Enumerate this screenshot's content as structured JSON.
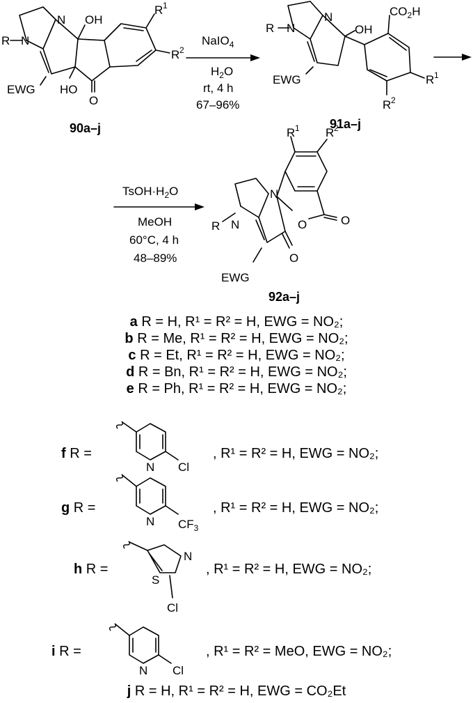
{
  "compounds": {
    "start": "90a–j",
    "intermediate": "91a–j",
    "product": "92a–j"
  },
  "step1": {
    "reagent": "NaIO",
    "reagent_sub": "4",
    "solvent": "H",
    "solvent_sub": "2",
    "solvent_tail": "O",
    "temp_time": "rt, 4 h",
    "yield": "67–96%"
  },
  "step2": {
    "reagent": "TsOH·H",
    "reagent_sub": "2",
    "reagent_tail": "O",
    "solvent": "MeOH",
    "temp_time": "60°C, 4 h",
    "yield": "48–89%"
  },
  "atoms": {
    "N": "N",
    "O": "O",
    "OH": "OH",
    "HO": "HO",
    "R": "R",
    "EWG": "EWG",
    "R1": "R",
    "R1_sup": "1",
    "R2": "R",
    "R2_sup": "2",
    "CO2H_a": "CO",
    "CO2H_sub": "2",
    "CO2H_b": "H",
    "Cl": "Cl",
    "S": "S",
    "CF": "CF",
    "CF_sub": "3"
  },
  "variants": {
    "a": {
      "letter": "a",
      "text": "R = H, R¹ = R² = H, EWG = NO₂;"
    },
    "b": {
      "letter": "b",
      "text": "R = Me, R¹ = R² = H, EWG = NO₂;"
    },
    "c": {
      "letter": "c",
      "text": "R = Et, R¹ = R² = H, EWG = NO₂;"
    },
    "d": {
      "letter": "d",
      "text": "R = Bn, R¹ = R² = H, EWG = NO₂;"
    },
    "e": {
      "letter": "e",
      "text": "R = Ph, R¹ = R² = H, EWG = NO₂;"
    },
    "f": {
      "letter": "f",
      "prefix": "R =",
      "text": ", R¹ = R² = H, EWG = NO₂;"
    },
    "g": {
      "letter": "g",
      "prefix": "R =",
      "text": ", R¹ = R² = H, EWG = NO₂;"
    },
    "h": {
      "letter": "h",
      "prefix": "R =",
      "text": ", R¹ = R² = H, EWG = NO₂;"
    },
    "i": {
      "letter": "i",
      "prefix": "R =",
      "text": ", R¹ = R² = MeO, EWG = NO₂;"
    },
    "j": {
      "letter": "j",
      "text": "R = H, R¹ = R² = H, EWG = CO₂Et"
    }
  }
}
